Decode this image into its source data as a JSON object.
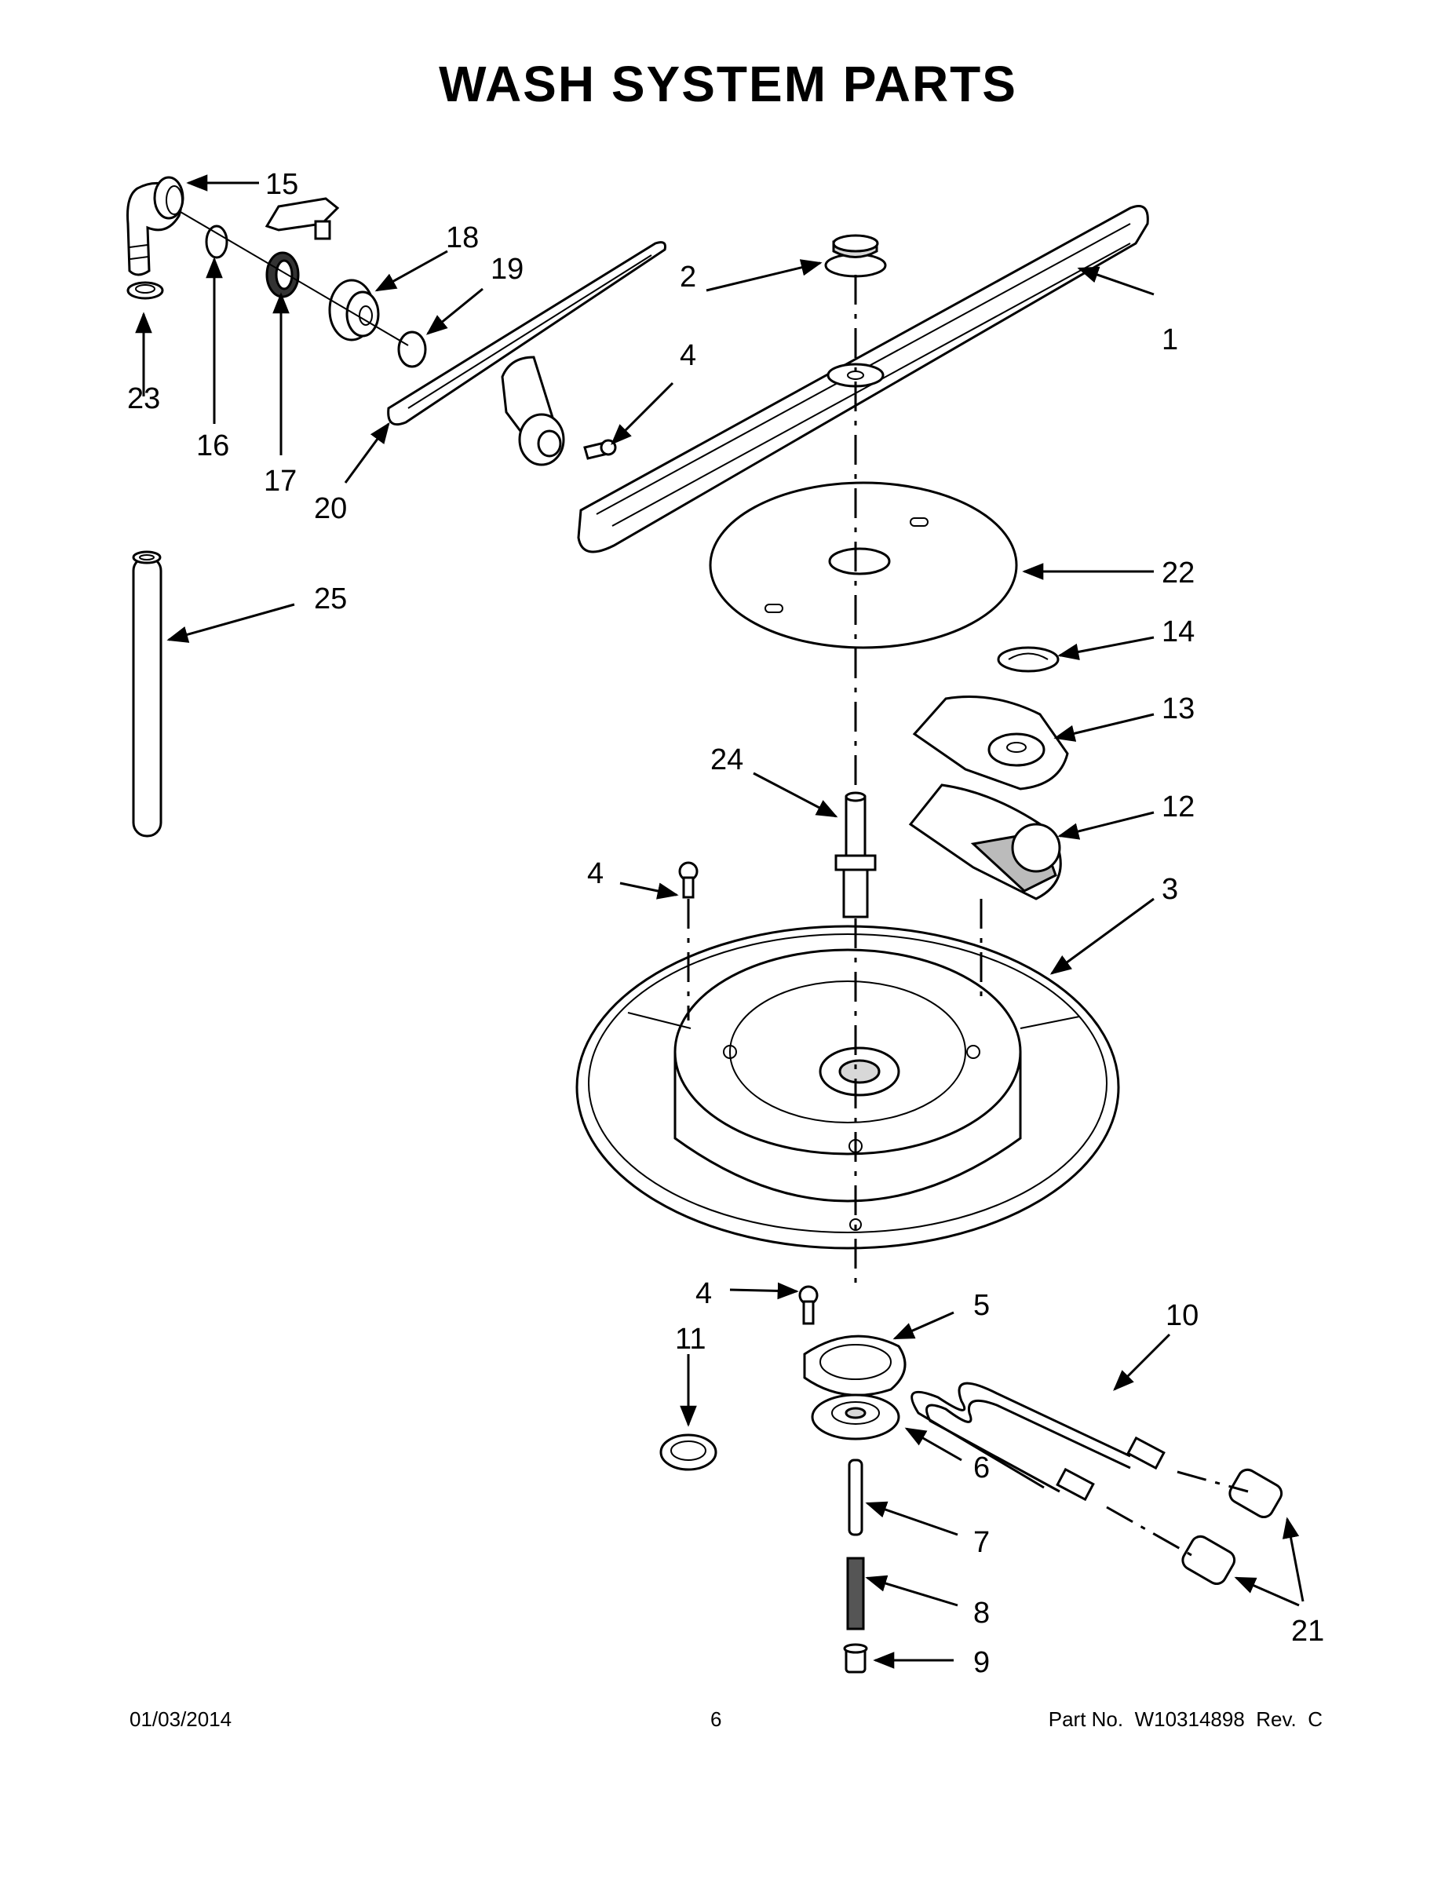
{
  "title": "WASH SYSTEM PARTS",
  "footer": {
    "date": "01/03/2014",
    "page": "6",
    "part_number": "Part No.  W10314898  Rev.  C"
  },
  "callouts": {
    "c1": "1",
    "c2": "2",
    "c3": "3",
    "c4a": "4",
    "c4b": "4",
    "c4c": "4",
    "c5": "5",
    "c6": "6",
    "c7": "7",
    "c8": "8",
    "c9": "9",
    "c10": "10",
    "c11": "11",
    "c12": "12",
    "c13": "13",
    "c14": "14",
    "c15": "15",
    "c16": "16",
    "c17": "17",
    "c18": "18",
    "c19": "19",
    "c20": "20",
    "c21": "21",
    "c22": "22",
    "c23": "23",
    "c24": "24",
    "c25": "25"
  }
}
